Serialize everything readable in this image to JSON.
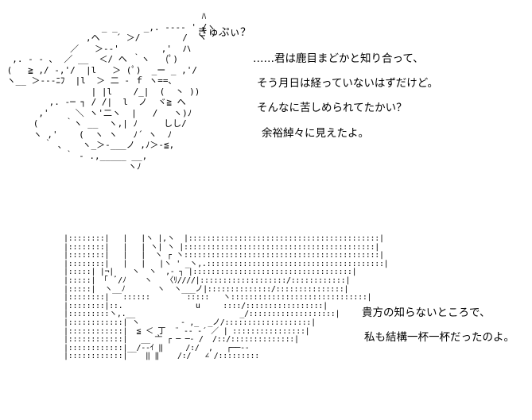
{
  "top_panel": {
    "art": "                                      ﾊ\n                   _ _     _,. ---‐ ' /ヽ\n                ,ヘ   ´ ＞/        /  ヽ\n             ／   ＞--'        ,'  ハ\n  ,. ‐ ‐ ､  ／ __  ＜/ ヘ ｀ヽ   (ﾟ)\n (   ≧ ,/ ‐,'/  |l   ＞ (ﾟ)  _ー _ ,'/\n ヽ__ ＞--‐ﾆﾌ  |l  ＞ 二 ‐ ｆ ヽ==､\n                 | |l    /_|  (  丶 ))\n         ,. -─ ┐ / /|  l  ノ  ヾ≧ へ\n       ,'     ＼ ヽ'二ヽ  |   /   ヽ)ﾉ\n      (     ｀ヽ __  ヽ,| ﾉ     しし/\n      ヽ ,'    (  ヽ ヽ   ﾉ´ ヽ  ﾉ\n        ｀ 、   ヽ_＞-___ノ ,ﾉ＞-≦,\n            ｀ ‐ .,_____ __,\n                        ヽﾉ",
    "lines": [
      "きゅぷぃ？",
      "……君は鹿目まどかと知り合って、",
      "そう月日は経っていないはずだけど。",
      "そんなに苦しめられてたかい？",
      "余裕綽々に見えたよ。"
    ]
  },
  "bottom_panel": {
    "art": "|::::::::|   |   |ヽ |,ヽ  |::::::::::::::::::::::::::::::::::::::::::|\n|::::::::|   |   | ヽ| ヽ |::::::::::::::::::::::::::::::::::::::::::|\n|::::::::|   |   |  ヽ ┌ ヽ:::::::::::::::::::::::::::::::::::::::::::|\n|::::::::|   |   |   |ヽ ' _ヽ,.:::::::::::::::::::::::::::::::::::::::|\n|:::::| |¬|    ヽ  ヽ  ,‐ ┐ |:::::::::::::::::::::::::::::::::::|\n|:::::| 「  ﾞ/ﾉ    ヽ   〈ﾘ////|:::::::::::::::::::/::::::::::::|\n|:::::|  ヽ__ﾉ       ヽ  ヽ___ノ|::::::::::::::/:::::::::::::::|\n|::::::::|   ::::::        :::::   ヽ::::::::::::::::::::::::::::::|\n|::::::::|::.                u     ::::/:::::::::::::::::|\n|:::::::::ヽ,.__                       _/:::::::::::::::::::|\n|::::::::::::| ヽ         ‐ ,_  _ノ/:::::::::::::::::::|\n|::::::::::::|  ≦ ＜ 丁  ¨ ‐‐ ‐´ ／ | ::::::::::::::::|\n|::::::::::::|   __ 亠 ┌ ─ ─‐ /  /::/::::::::::::::|\n|::::::::::::|__/‐‐ｲ ‖     /:/  ,   ┌──‐‐\n|::::::::::::|    ‖ ‖    /:/   ∠ /:::::::::",
    "lines": [
      "貴方の知らないところで、",
      "私も結構一杯一杯だったのよ。"
    ]
  },
  "colors": {
    "background": "#ffffff",
    "ink": "#000000"
  }
}
